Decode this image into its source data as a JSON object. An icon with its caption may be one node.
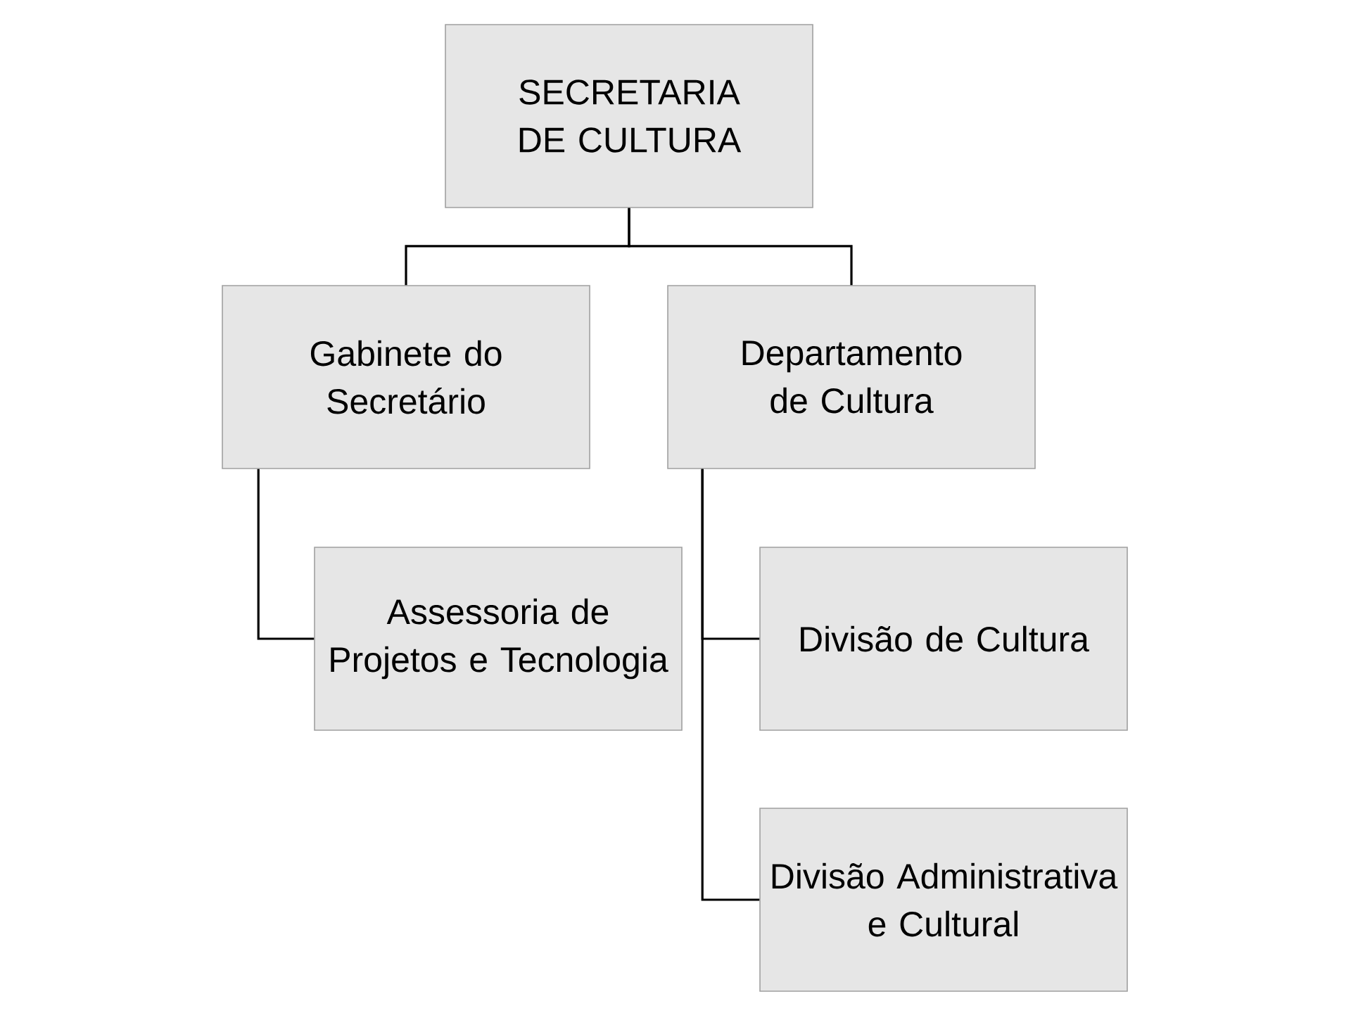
{
  "diagram": {
    "nodes": [
      {
        "text": [
          "SECRETARIA DE CULTURA"
        ]
      },
      {
        "text": [
          "Gabinete do Secretário"
        ]
      },
      {
        "text": [
          "Departamento de Cultura"
        ]
      },
      {
        "text": [
          "Assessoria de Projetos e Tecnologia"
        ]
      },
      {
        "text": [
          "Divisão de Cultura"
        ]
      },
      {
        "text": [
          "Divisão Administrativa e Cultural"
        ]
      }
    ],
    "edges": [
      {
        "from": 0,
        "to": 1,
        "arrow": "none"
      },
      {
        "from": 0,
        "to": 2,
        "arrow": "none"
      },
      {
        "from": 1,
        "to": 3,
        "arrow": "none"
      },
      {
        "from": 2,
        "to": 4,
        "arrow": "none"
      },
      {
        "from": 2,
        "to": 5,
        "arrow": "none"
      }
    ]
  }
}
